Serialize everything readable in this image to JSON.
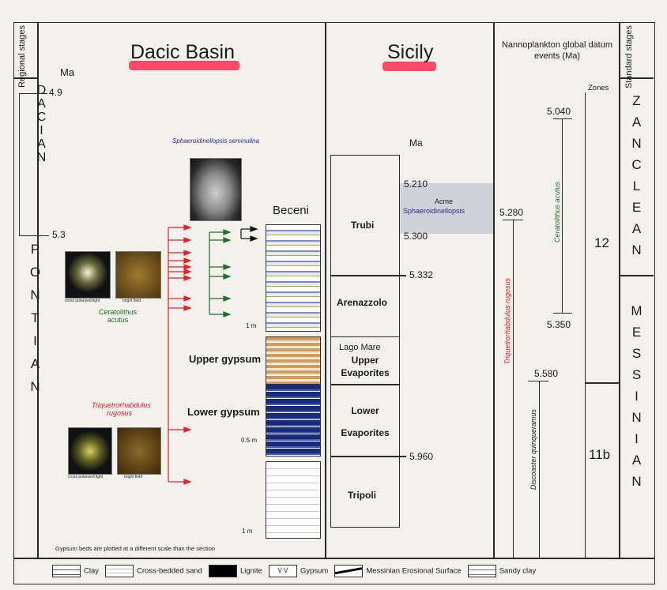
{
  "regional_stages_label": "Regional stages",
  "dacic_basin": {
    "title": "Dacic Basin",
    "ma_label": "Ma",
    "age_top": "4.9",
    "age_mid": "5.3",
    "dacian": "DACIAN",
    "pontian": "PONTIAN",
    "beceni": "Beceni",
    "sphaero_label": "Sphaeroidinellopsis seminulina",
    "ceratolithus_label": "Ceratolithus acutus",
    "triquetro_label": "Triquetrorhabdulus rugosus",
    "photo_cap_left": "cross polarized light",
    "photo_cap_right": "bright field",
    "upper_gypsum": "Upper gypsum",
    "lower_gypsum": "Lower gypsum",
    "scale_1m": "1 m",
    "scale_05m": "0.5 m",
    "scale_1m_bottom": "1 m",
    "footnote": "Gypsum beds are plotted at a different scale than the section"
  },
  "sicily": {
    "title": "Sicily",
    "ma_label": "Ma",
    "units": [
      "Trubi",
      "Arenazzolo",
      "Lago Mare",
      "Upper Evaporites",
      "Lower Evaporites",
      "Tripoli"
    ],
    "ages": [
      "5.210",
      "5.300",
      "5.332",
      "5.960"
    ],
    "acme_line1": "Acme",
    "acme_line2": "Sphaeroidinellopsis"
  },
  "nanno": {
    "title": "Nannoplankton global datum events (Ma)",
    "zones_label": "Zones",
    "age_5040": "5.040",
    "age_5280": "5.280",
    "age_5350": "5.350",
    "age_5580": "5.580",
    "ceratolithus": "Ceratolithus acutus",
    "triquetro": "Triquetrorhabdulus rugosus",
    "discoaster": "Discoaster quinqueramus",
    "zone_12": "12",
    "zone_11b": "11b"
  },
  "standard": {
    "label": "Standard stages",
    "zanclean": "ZANCLEAN",
    "messinian": "MESSINIAN"
  },
  "legend": {
    "items": [
      "Clay",
      "Cross-bedded sand",
      "Lignite",
      "Gypsum",
      "Messinian Erosional Surface",
      "Sandy clay"
    ],
    "gypsum_symbol": "V  V"
  },
  "colors": {
    "red": "#e2232f",
    "blue": "#2d2d8c",
    "green": "#1e6e2c",
    "highlight": "#ff2c55"
  }
}
